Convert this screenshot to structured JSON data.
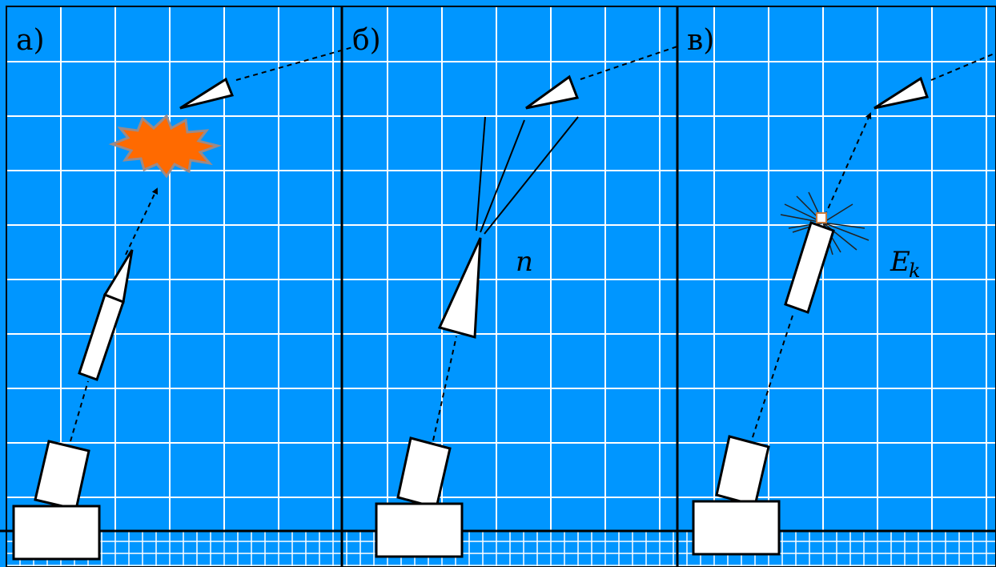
{
  "panels": [
    {
      "label": "а)"
    },
    {
      "label": "б)"
    },
    {
      "label": "в)"
    }
  ],
  "annotations": {
    "n_label": "n",
    "ek_label_main": "E",
    "ek_label_sub": "k"
  },
  "colors": {
    "sky": "#0096ff",
    "grid": "#ffffff",
    "divider": "#000000",
    "outline": "#000000",
    "fill": "#ffffff",
    "explosion": "#ff6a00",
    "explosion_edge": "#9a8a8a"
  }
}
